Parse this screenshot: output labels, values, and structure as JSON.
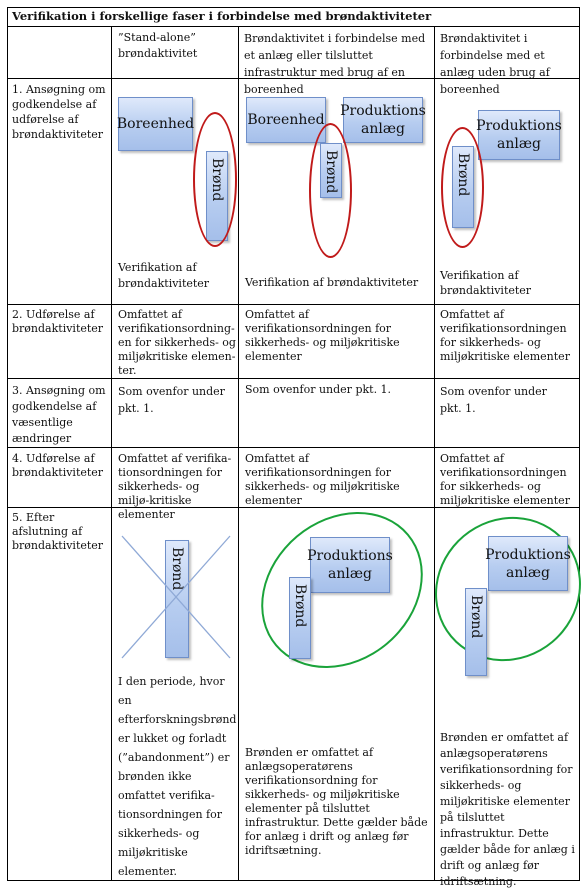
{
  "title": "Verifikation i forskellige faser i forbindelse med brøndaktiviteter",
  "columns": [
    "”Stand-alone” brøndaktivitet",
    "Brøndaktivitet i forbindelse med et anlæg eller tilsluttet infrastruktur med brug af en boreenhed",
    "Brøndaktivitet i forbindelse med et anlæg uden brug af boreenhed"
  ],
  "rows": {
    "r1": {
      "label": "1. Ansøgning om godkendelse af udførelse af brøndaktiviteter",
      "c1_caption": "Verifikation af brøndaktiviteter",
      "c2_caption": "Verifikation af brøndaktiviteter",
      "c3_caption": "Verifikation af brøndaktiviteter"
    },
    "r2": {
      "label": "2. Udførelse af brøndaktiviteter",
      "c1": "Omfattet af verifikationsordning-en for sikkerheds- og miljøkritiske elemen-ter.",
      "c2": "Omfattet af verifikationsordningen for sikkerheds- og miljøkritiske elementer",
      "c3": "Omfattet af verifikationsordningen for sikkerheds- og miljøkritiske elementer"
    },
    "r3": {
      "label": "3. Ansøgning om godkendelse af væsentlige ændringer",
      "c1": "Som ovenfor under pkt. 1.",
      "c2": "Som ovenfor under pkt. 1.",
      "c3": "Som ovenfor under pkt. 1."
    },
    "r4": {
      "label": "4. Udførelse af brøndaktiviteter",
      "c1": "Omfattet af verifika-tionsordningen for sikkerheds- og miljø-kritiske elementer",
      "c2": "Omfattet af verifikationsordningen for sikkerheds- og miljøkritiske elementer",
      "c3": "Omfattet af verifikationsordningen for sikkerheds- og miljøkritiske elementer"
    },
    "r5": {
      "label": "5. Efter afslutning af brøndaktiviteter",
      "c1": "I den periode, hvor en efterforskningsbrønd er lukket og forladt (”abandonment”) er brønden ikke omfattet verifika-tionsordningen for sikkerheds- og miljøkritiske elementer.",
      "c2": "Brønden er omfattet af anlægsoperatørens verifikationsordning for sikkerheds- og miljøkritiske elementer på tilsluttet infrastruktur. Dette gælder både for anlæg i drift og anlæg før idriftsætning.",
      "c3": "Brønden er omfattet af anlægsoperatørens verifikationsordning for sikkerheds- og miljøkritiske elementer på tilsluttet infrastruktur. Dette gælder både for anlæg i drift og anlæg før idriftsætning."
    }
  },
  "shapes": {
    "boreenhed": "Boreenhed",
    "brond": "Brønd",
    "produktions": "Produktions anlæg"
  },
  "colors": {
    "box_fill": "#b7cdf0",
    "box_border": "#6f8fc9",
    "red_ellipse": "#c01a1a",
    "green_ellipse": "#1aa33a",
    "cross": "#8fa9d6"
  }
}
